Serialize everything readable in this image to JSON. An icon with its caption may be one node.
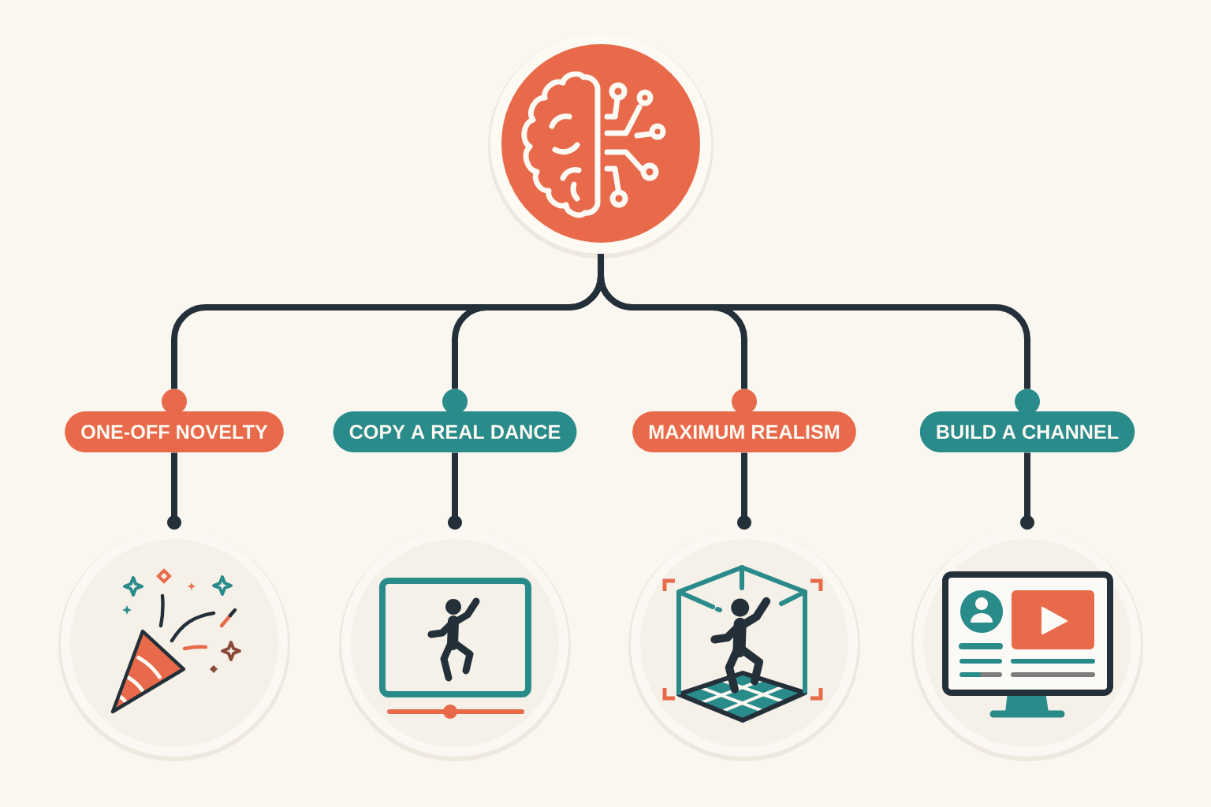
{
  "diagram": {
    "nodes": [
      {
        "text": [],
        "shape": "circle"
      },
      {
        "text": [
          "ONE-OFF NOVELTY"
        ]
      },
      {
        "text": [
          "COPY A REAL DANCE"
        ]
      },
      {
        "text": [
          "MAXIMUM REALISM"
        ]
      },
      {
        "text": [
          "BUILD A CHANNEL"
        ]
      },
      {
        "text": [],
        "shape": "circle"
      },
      {
        "text": [],
        "shape": "circle"
      },
      {
        "text": [],
        "shape": "circle"
      },
      {
        "text": [],
        "shape": "circle"
      }
    ],
    "edges": [
      {
        "from": 0,
        "to": 1,
        "arrow": "none"
      },
      {
        "from": 0,
        "to": 2,
        "arrow": "none"
      },
      {
        "from": 0,
        "to": 3,
        "arrow": "none"
      },
      {
        "from": 0,
        "to": 4,
        "arrow": "none"
      },
      {
        "from": 1,
        "to": 5,
        "arrow": "other"
      },
      {
        "from": 2,
        "to": 6,
        "arrow": "other"
      },
      {
        "from": 3,
        "to": 7,
        "arrow": "other"
      },
      {
        "from": 4,
        "to": 8,
        "arrow": "other"
      }
    ]
  }
}
